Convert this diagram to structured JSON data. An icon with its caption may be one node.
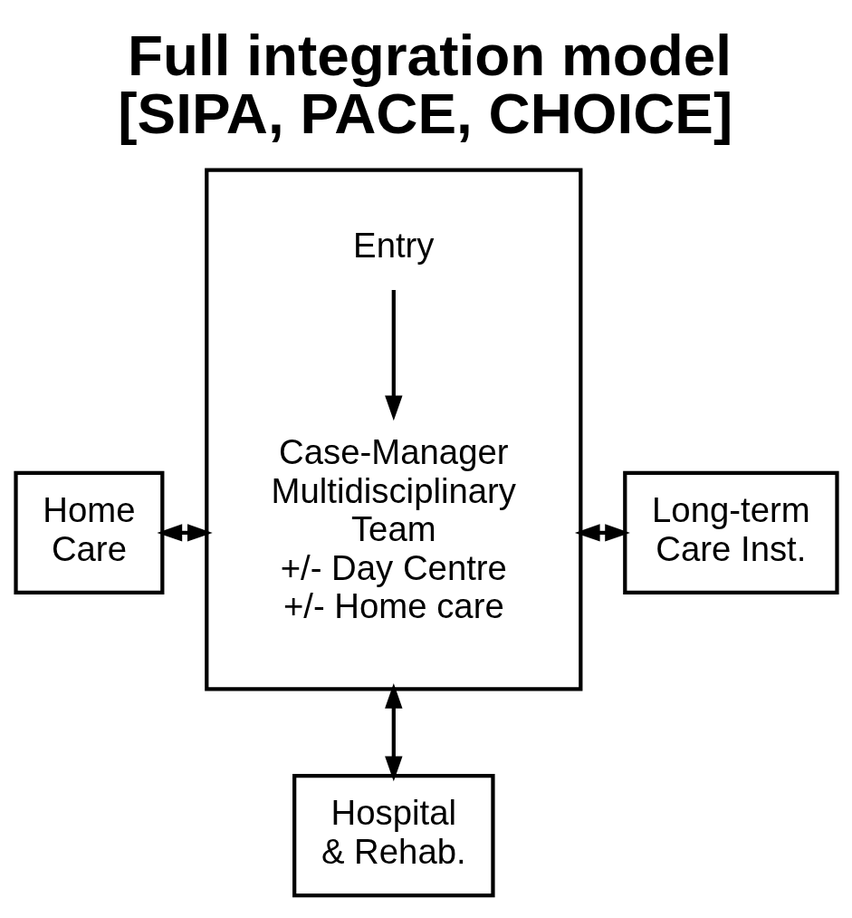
{
  "diagram": {
    "title": "Full integration model [SIPA, PACE, CHOICE]",
    "nodes": [
      {
        "text": [],
        "shape": "box"
      },
      {
        "text": [
          "Entry"
        ],
        "in": 0
      },
      {
        "text": [
          "Case-Manager Multidisciplinary Team +/- Day Centre +/- Home care"
        ],
        "in": 0
      },
      {
        "text": [
          "Home Care"
        ]
      },
      {
        "text": [
          "Long-term Care Inst."
        ]
      },
      {
        "text": [
          "Hospital & Rehab."
        ]
      }
    ],
    "edges": [
      {
        "from": 1,
        "to": 2,
        "arrow": "to"
      },
      {
        "from": 3,
        "to": 0,
        "arrow": "both"
      },
      {
        "from": 0,
        "to": 4,
        "arrow": "both"
      },
      {
        "from": 0,
        "to": 5,
        "arrow": "both"
      }
    ]
  }
}
